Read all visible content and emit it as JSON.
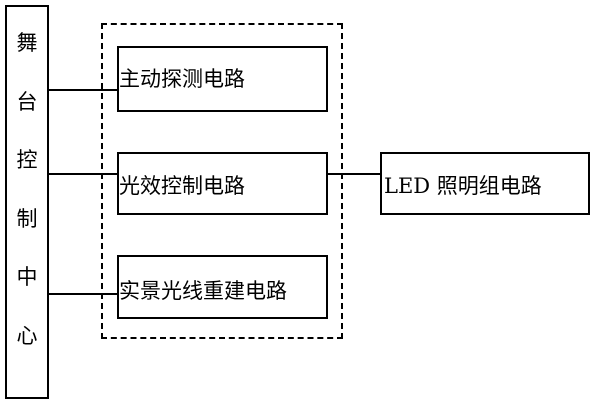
{
  "control_center": {
    "chars": [
      "舞",
      "台",
      "控",
      "制",
      "中",
      "心"
    ]
  },
  "circuits": [
    {
      "label": "主动探测电路"
    },
    {
      "label": "光效控制电路"
    },
    {
      "label": "实景光线重建电路"
    }
  ],
  "output": {
    "label": "LED 照明组电路"
  }
}
